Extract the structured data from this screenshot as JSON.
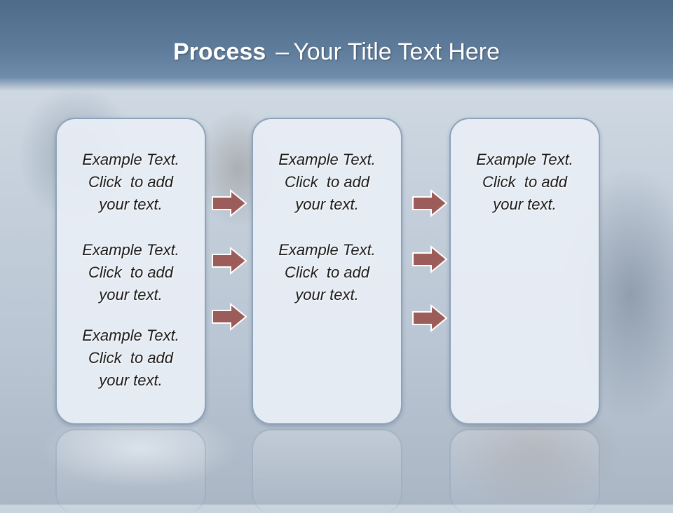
{
  "slide": {
    "title_bold": "Process",
    "title_sep": "–",
    "title_rest": "Your Title Text Here"
  },
  "columns": [
    {
      "items": [
        {
          "line1": "Example Text.",
          "line2": "Click  to add",
          "line3": "your text."
        },
        {
          "line1": "Example Text.",
          "line2": "Click  to add",
          "line3": "your text."
        },
        {
          "line1": "Example Text.",
          "line2": "Click  to add",
          "line3": "your text."
        }
      ]
    },
    {
      "items": [
        {
          "line1": "Example Text.",
          "line2": "Click  to add",
          "line3": "your text."
        },
        {
          "line1": "Example Text.",
          "line2": "Click  to add",
          "line3": "your text."
        }
      ]
    },
    {
      "items": [
        {
          "line1": "Example Text.",
          "line2": "Click  to add",
          "line3": "your text."
        }
      ]
    }
  ],
  "colors": {
    "arrow_fill": "#9b5c5a",
    "arrow_stroke": "#ffffff",
    "panel_border": "#8ca3bb"
  }
}
